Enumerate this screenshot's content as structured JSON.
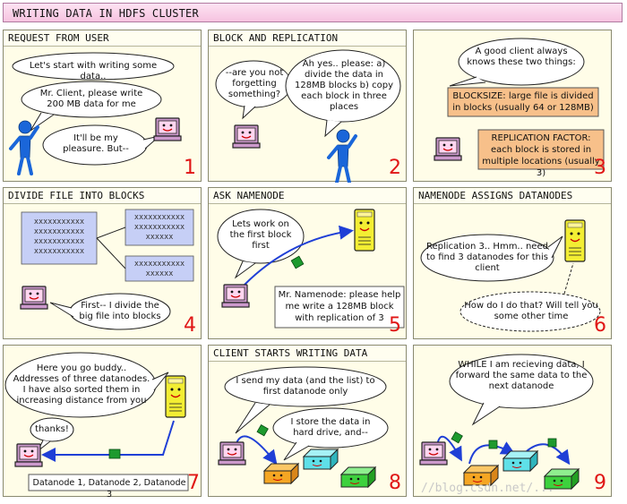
{
  "title": "WRITING DATA IN HDFS CLUSTER",
  "panels": [
    {
      "title": "REQUEST FROM USER",
      "number": "1",
      "t1": "Let's start with writing some data..",
      "t2": "Mr. Client, please write 200 MB data for me",
      "t3": "It'll be my pleasure. But--"
    },
    {
      "title": "BLOCK AND REPLICATION",
      "number": "2",
      "t1": "--are you not forgetting something?",
      "t2": "Ah yes.. please: a) divide the data in 128MB blocks b) copy each block in three places"
    },
    {
      "title": "",
      "number": "3",
      "t1": "A good client always knows these two things:",
      "t2": "BLOCKSIZE: large file is divided in blocks (usually 64 or 128MB)",
      "t3": "REPLICATION FACTOR: each block is stored in multiple locations (usually 3)"
    },
    {
      "title": "DIVIDE FILE INTO BLOCKS",
      "number": "4",
      "x1": "xxxxxxxxxxx xxxxxxxxxxx xxxxxxxxxxx xxxxxxxxxxx",
      "x2": "xxxxxxxxxxx xxxxxxxxxxx xxxxxx",
      "x3": "xxxxxxxxxxx xxxxxx",
      "t1": "First-- I divide the big file into blocks"
    },
    {
      "title": "ASK NAMENODE",
      "number": "5",
      "t1": "Lets work on the first block first",
      "t2": "Mr. Namenode: please help me write a 128MB block with replication of 3"
    },
    {
      "title": "NAMENODE ASSIGNS DATANODES",
      "number": "6",
      "t1": "Replication 3.. Hmm.. need to find 3 datanodes for this client",
      "t2": "How do I do that? Will tell you some other time"
    },
    {
      "title": "",
      "number": "7",
      "t1": "Here you go buddy.. Addresses of three datanodes. I have also sorted them in increasing distance from you",
      "t2": "thanks!",
      "t3": "Datanode 1, Datanode 2, Datanode 3"
    },
    {
      "title": "CLIENT STARTS WRITING DATA",
      "number": "8",
      "t1": "I send my data (and the list) to first datanode only",
      "t2": "I store the data in hard drive, and--"
    },
    {
      "title": "",
      "number": "9",
      "t1": "WHILE I am recieving data, I forward the same data to the next datanode"
    }
  ],
  "watermark": "//blog.csdn.net/..."
}
